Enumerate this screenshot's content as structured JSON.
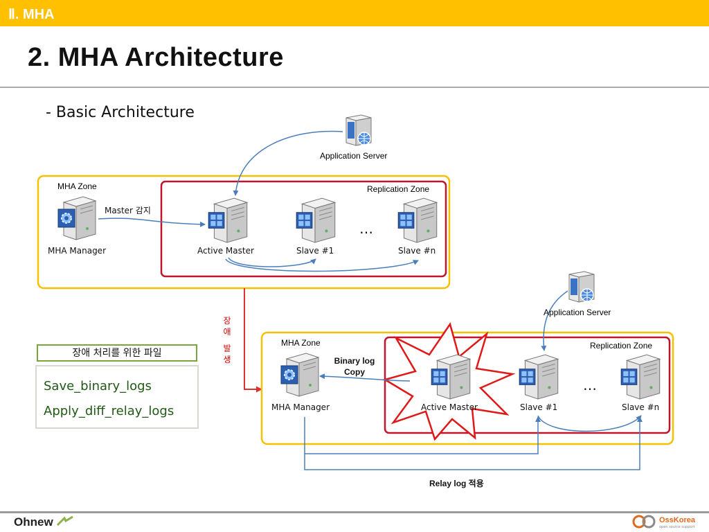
{
  "header": {
    "section": "Ⅱ. MHA",
    "title": "2. MHA Architecture",
    "subtitle": "- Basic Architecture"
  },
  "top_diagram": {
    "app_server": "Application Server",
    "mha_zone": "MHA Zone",
    "replication_zone": "Replication Zone",
    "mha_manager": "MHA Manager",
    "detect_label": "Master 감지",
    "active_master": "Active Master",
    "slave1": "Slave #1",
    "slaven": "Slave #n",
    "ellipsis": "…"
  },
  "failure_label": [
    "장",
    "애",
    "발",
    "생"
  ],
  "bottom_diagram": {
    "app_server": "Application Server",
    "mha_zone": "MHA Zone",
    "replication_zone": "Replication Zone",
    "mha_manager": "MHA Manager",
    "binlog_copy_1": "Binary log",
    "binlog_copy_2": "Copy",
    "active_master": "Active Master",
    "slave1": "Slave #1",
    "slaven": "Slave #n",
    "ellipsis": "…",
    "relay_log": "Relay log 적용"
  },
  "files_box": {
    "title": "장애 처리를 위한 파일",
    "items": [
      "Save_binary_logs",
      "Apply_diff_relay_logs"
    ]
  },
  "footer": {
    "left_logo": "Ohnew",
    "right_logo": "OssKorea",
    "right_tagline": "open source support"
  },
  "colors": {
    "topbar": "#FFC000",
    "mha_zone_border": "#F4C000",
    "replication_zone_border": "#C0142A",
    "arrow_blue": "#4A7EBB",
    "arrow_red": "#E03030"
  }
}
